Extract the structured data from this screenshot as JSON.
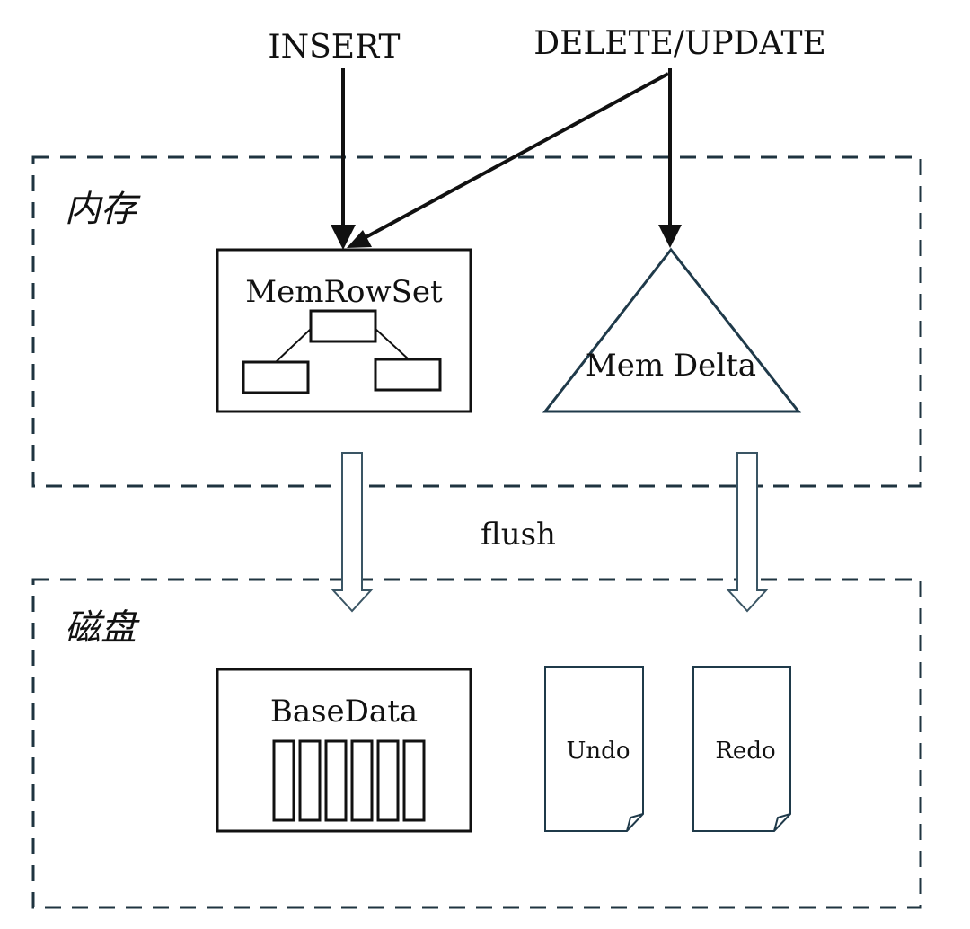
{
  "diagram": {
    "ops": {
      "insert": "INSERT",
      "delete_update": "DELETE/UPDATE"
    },
    "regions": {
      "memory": "内存",
      "disk": "磁盘"
    },
    "memory": {
      "memrowset": "MemRowSet",
      "memdelta": "Mem Delta"
    },
    "flush_label": "flush",
    "disk": {
      "basedata": "BaseData",
      "undo": "Undo",
      "redo": "Redo"
    },
    "colors": {
      "line": "#111111",
      "dashed_border": "#1f3440",
      "triangle": "#1f3a4a",
      "flush_arrow": "#3a5564"
    }
  }
}
